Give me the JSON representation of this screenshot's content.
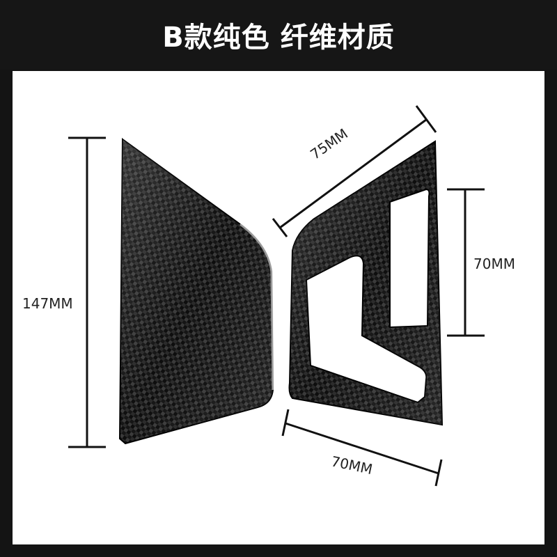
{
  "title": "B款纯色 纤维材质",
  "colors": {
    "background": "#141414",
    "panel": "#ffffff",
    "carbon_dark": "#0d0d0d",
    "carbon_light": "#3a3a3a",
    "dimension_line": "#111111"
  },
  "parts": [
    {
      "name": "left-trim-panel",
      "material": "carbon-fiber"
    },
    {
      "name": "right-trim-panel",
      "material": "carbon-fiber"
    }
  ],
  "dimensions": {
    "height_left": "147MM",
    "top_width": "75MM",
    "right_height": "70MM",
    "bottom_width": "70MM"
  }
}
